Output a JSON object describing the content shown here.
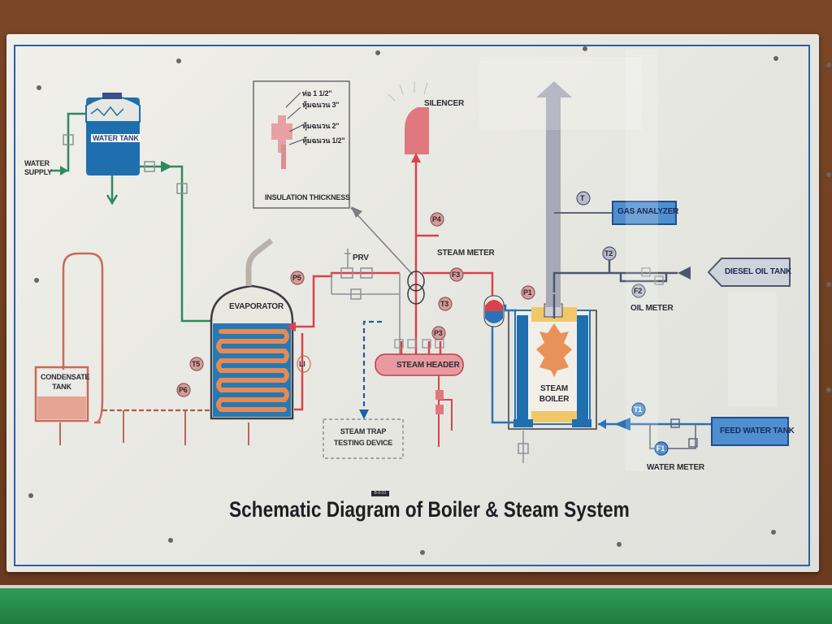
{
  "diagram": {
    "title": "Schematic Diagram of Boiler & Steam System",
    "colors": {
      "steam": "#d9434c",
      "water_feed": "#2f8a5c",
      "feed_water": "#2a72b8",
      "fuel": "#5b6478",
      "condensate": "#c86a58",
      "instrument_bubble": "#d99a9a",
      "box_blue": "#4f8fcf"
    },
    "labels": {
      "water_supply_line1": "WATER",
      "water_supply_line2": "SUPPLY",
      "water_tank": "WATER TANK",
      "condensate_tank_line1": "CONDENSATE",
      "condensate_tank_line2": "TANK",
      "evaporator": "EVAPORATOR",
      "insulation_thickness": "INSULATION THICKNESS",
      "insulation_row1": "ท่อ  1 1/2\"",
      "insulation_row2": "หุ้มฉนวน 3\"",
      "insulation_row3": "หุ้มฉนวน 2\"",
      "insulation_row4": "หุ้มฉนวน 1/2\"",
      "silencer": "SILENCER",
      "prv": "PRV",
      "steam_meter": "STEAM METER",
      "steam_header": "STEAM HEADER",
      "steam_trap_line1": "STEAM TRAP",
      "steam_trap_line2": "TESTING DEVICE",
      "steam_boiler_line1": "STEAM",
      "steam_boiler_line2": "BOILER",
      "gas_analyzer": "GAS ANALYZER",
      "diesel_oil_tank": "DIESEL OIL TANK",
      "oil_meter": "OIL METER",
      "feed_water_tank": "FEED WATER TANK",
      "water_meter": "WATER METER",
      "li": "LI",
      "plate_tag": "B-6-01"
    },
    "instruments": {
      "t": "T",
      "t1": "T1",
      "t2": "T2",
      "t3": "T3",
      "t5": "T5",
      "p1": "P1",
      "p3": "P3",
      "p4": "P4",
      "p5": "P5",
      "p6": "P6",
      "f1": "F1",
      "f2": "F2",
      "f3": "F3"
    }
  }
}
